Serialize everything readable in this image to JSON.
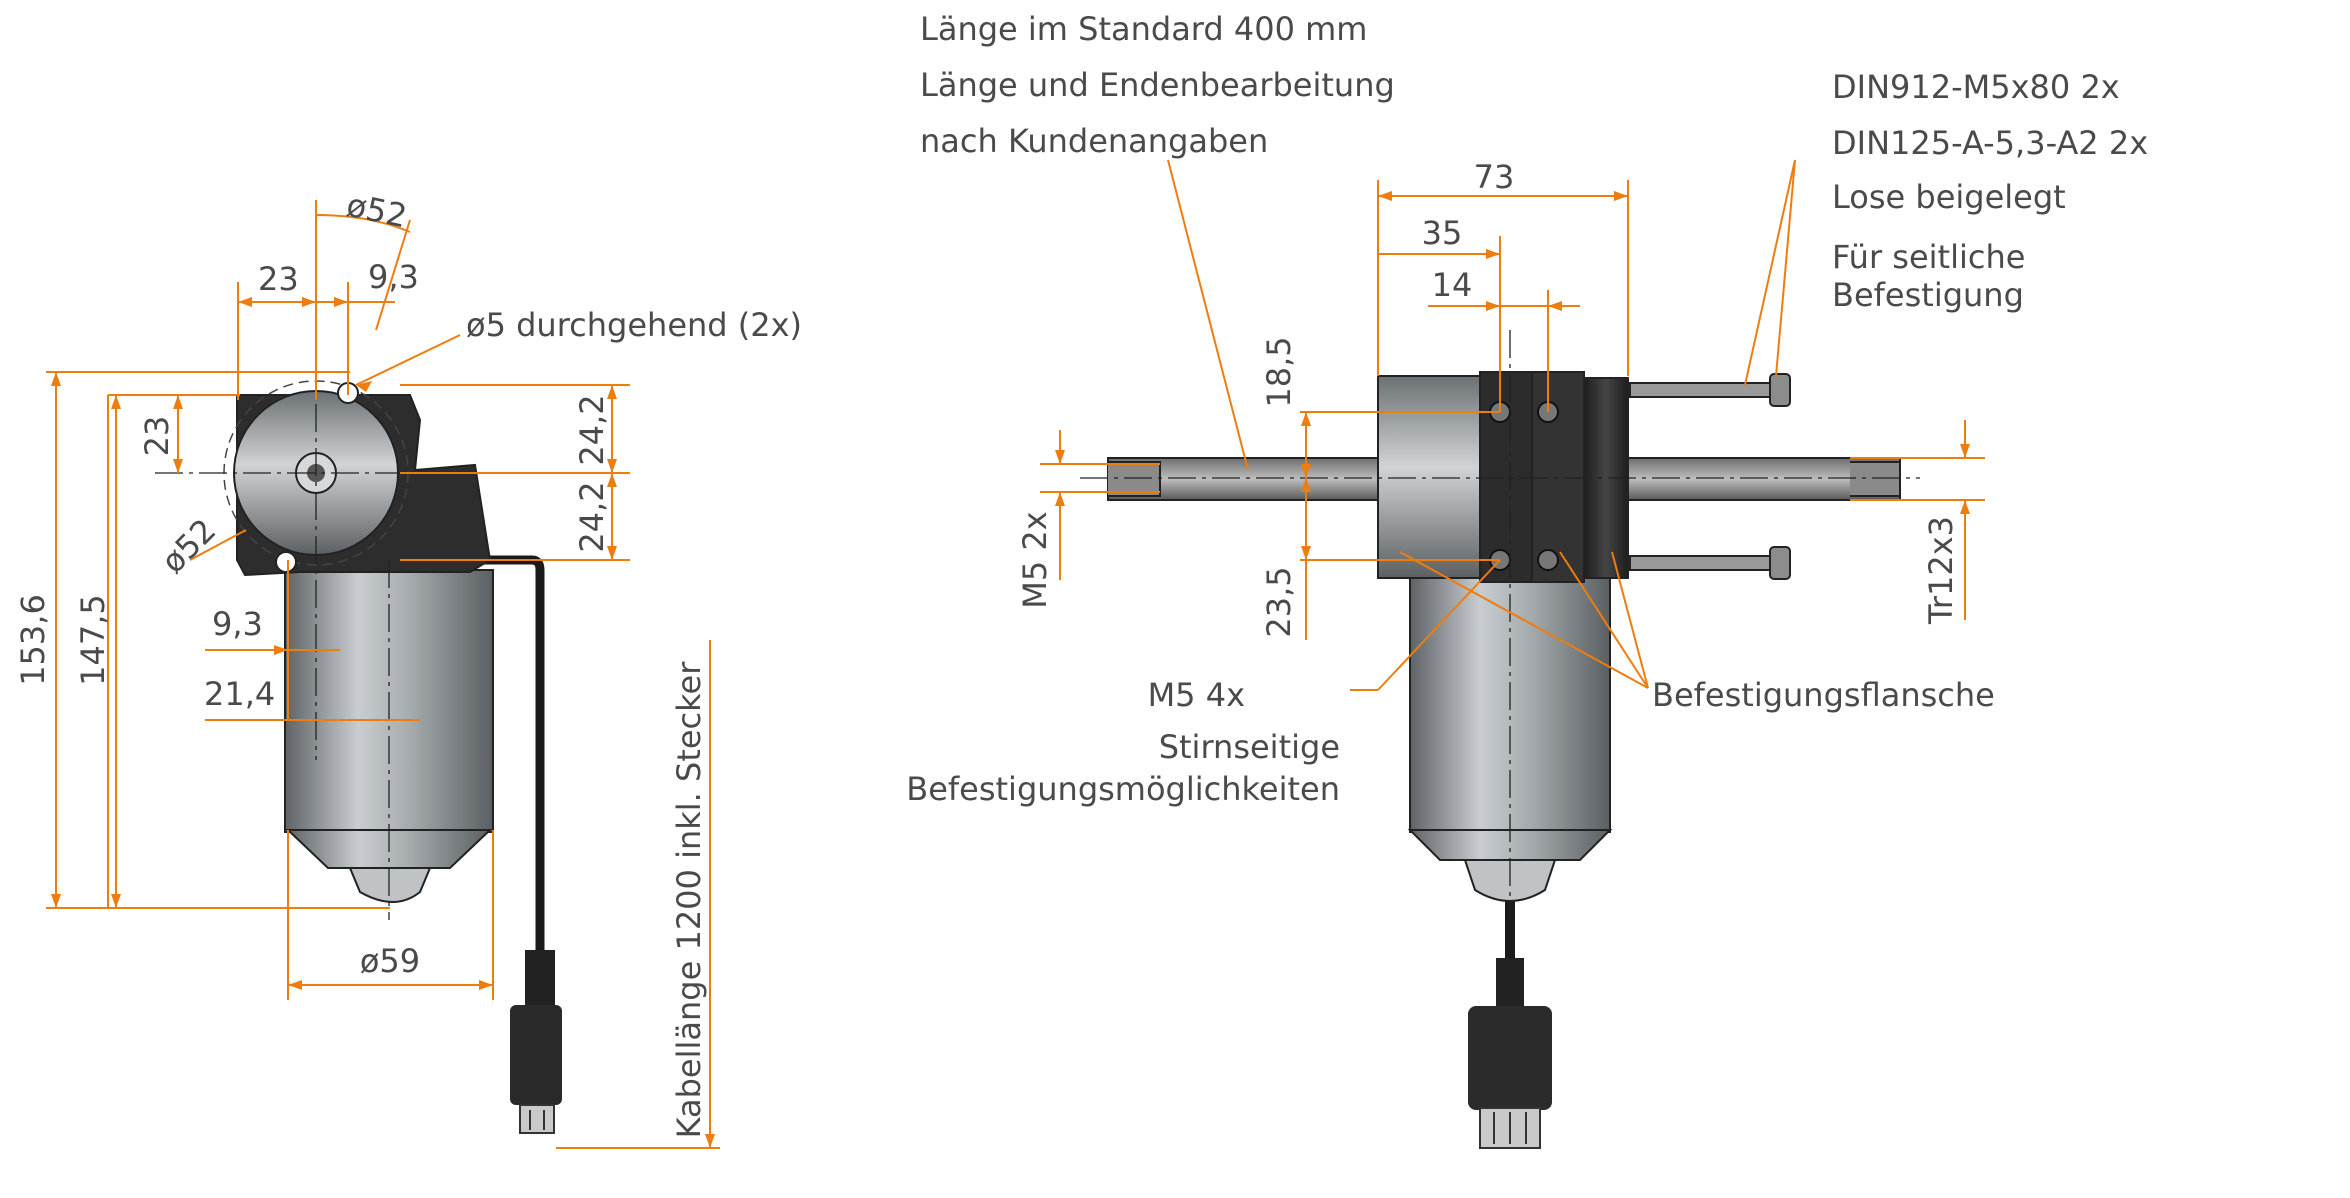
{
  "colors": {
    "dimension": "#ee7d10",
    "text": "#4a4a4a",
    "body_dark": "#2f2f2f",
    "body_metal": "#9aa0a4"
  },
  "left_view": {
    "dim_d52_top": "ø52",
    "dim_23_horizontal": "23",
    "dim_9_3_top": "9,3",
    "hole_note": "ø5 durchgehend (2x)",
    "dim_23_vertical": "23",
    "dim_24_2_upper": "24,2",
    "dim_24_2_lower": "24,2",
    "dim_d52_left": "ø52",
    "dim_153_6": "153,6",
    "dim_147_5": "147,5",
    "dim_9_3_bottom": "9,3",
    "dim_21_4": "21,4",
    "dim_d59": "ø59",
    "cable_length": "Kabellänge 1200 inkl. Stecker"
  },
  "right_view": {
    "spindle_note_line1": "Länge im Standard 400 mm",
    "spindle_note_line2": "Länge und Endenbearbeitung",
    "spindle_note_line3": "nach Kundenangaben",
    "screw_note_line1": "DIN912-M5x80 2x",
    "screw_note_line2": "DIN125-A-5,3-A2 2x",
    "screw_note_line3": "Lose beigelegt",
    "screw_note_line4": "Für seitliche",
    "screw_note_line5": "Befestigung",
    "dim_73": "73",
    "dim_35": "35",
    "dim_14": "14",
    "dim_18_5": "18,5",
    "dim_23_5": "23,5",
    "dim_m5_2x": "M5 2x",
    "dim_tr12x3": "Tr12x3",
    "m5_4x": "M5 4x",
    "front_mount_line1": "Stirnseitige",
    "front_mount_line2": "Befestigungsmöglichkeiten",
    "flange_label": "Befestigungsflansche"
  }
}
